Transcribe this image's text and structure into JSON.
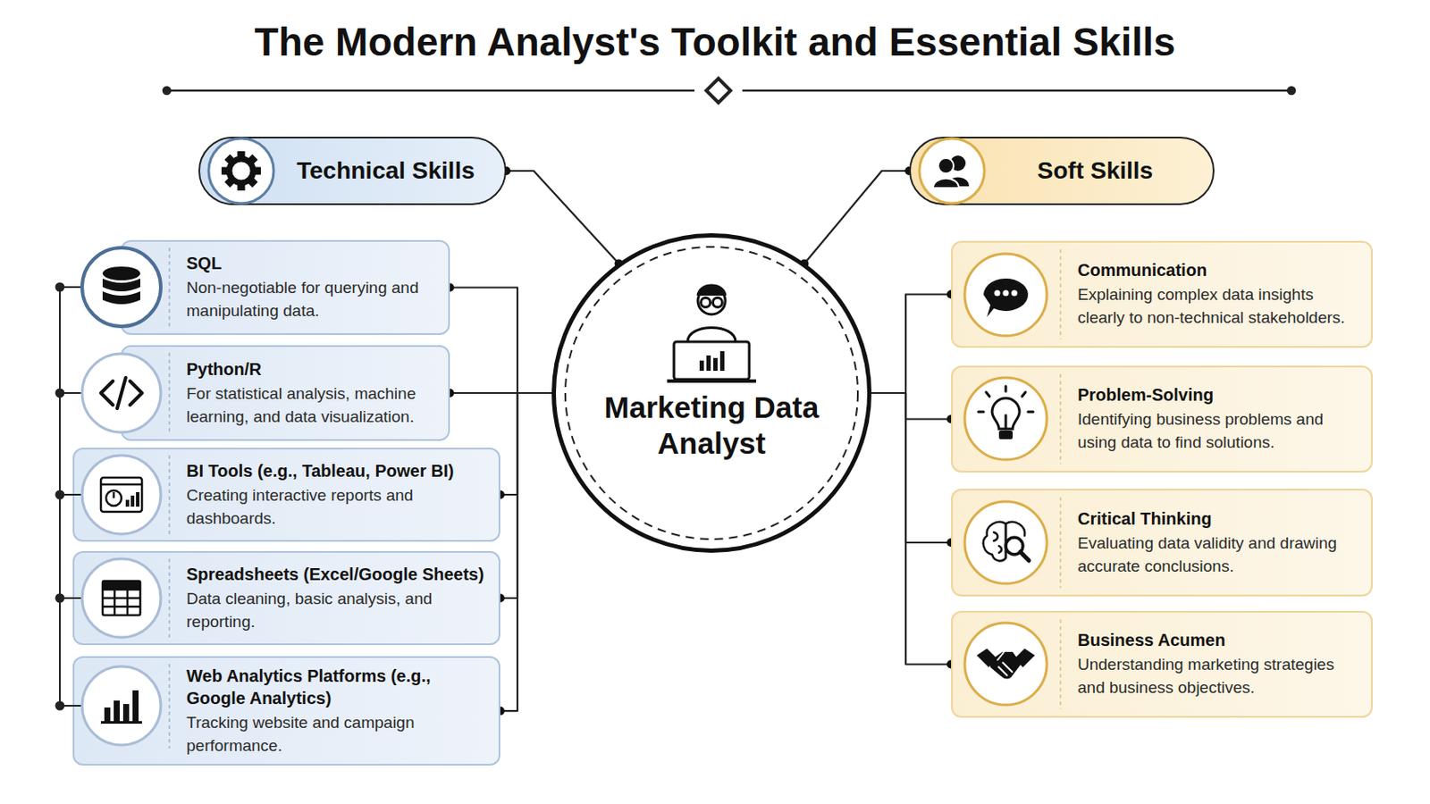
{
  "diagram": {
    "title": "The Modern Analyst's Toolkit and Essential Skills",
    "nodes": [
      {
        "text": [
          "Technical Skills"
        ]
      },
      {
        "text": [
          "Soft Skills"
        ]
      },
      {
        "text": [
          "Marketing Data Analyst"
        ]
      },
      {
        "text": [
          "SQL",
          "Non-negotiable for querying and manipulating data."
        ]
      },
      {
        "text": [
          "Python/R",
          "For statistical analysis, machine learning, and data visualization."
        ]
      },
      {
        "text": [
          "BI Tools (e.g., Tableau, Power BI)",
          "Creating interactive reports and dashboards."
        ]
      },
      {
        "text": [
          "Spreadsheets (Excel/Google Sheets)",
          "Data cleaning, basic analysis, and reporting."
        ]
      },
      {
        "text": [
          "Web Analytics Platforms (e.g., Google Analytics)",
          "Tracking website and campaign performance."
        ]
      },
      {
        "text": [
          "Communication",
          "Explaining complex data insights clearly to non-technical stakeholders."
        ]
      },
      {
        "text": [
          "Problem-Solving",
          "Identifying business problems and using data to find solutions."
        ]
      },
      {
        "text": [
          "Critical Thinking",
          "Evaluating data validity and drawing accurate conclusions."
        ]
      },
      {
        "text": [
          "Business Acumen",
          "Understanding marketing strategies and business objectives."
        ]
      }
    ],
    "edges": [
      {
        "from": 2,
        "to": 0,
        "arrow": "none"
      },
      {
        "from": 2,
        "to": 1,
        "arrow": "none"
      },
      {
        "from": 2,
        "to": 3,
        "arrow": "none"
      },
      {
        "from": 2,
        "to": 4,
        "arrow": "none"
      },
      {
        "from": 2,
        "to": 5,
        "arrow": "none"
      },
      {
        "from": 2,
        "to": 6,
        "arrow": "none"
      },
      {
        "from": 2,
        "to": 7,
        "arrow": "none"
      },
      {
        "from": 2,
        "to": 8,
        "arrow": "none"
      },
      {
        "from": 2,
        "to": 9,
        "arrow": "none"
      },
      {
        "from": 2,
        "to": 10,
        "arrow": "none"
      },
      {
        "from": 2,
        "to": 11,
        "arrow": "none"
      }
    ]
  }
}
